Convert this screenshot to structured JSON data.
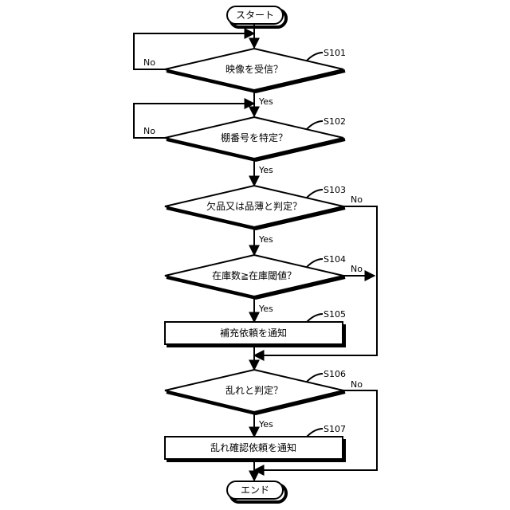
{
  "start": "スタート",
  "end": "エンド",
  "yes": "Yes",
  "no": "No",
  "steps": {
    "s101": {
      "id": "S101",
      "text": "映像を受信？"
    },
    "s102": {
      "id": "S102",
      "text": "棚番号を特定？"
    },
    "s103": {
      "id": "S103",
      "text": "欠品又は品薄と判定？"
    },
    "s104": {
      "id": "S104",
      "text": "在庫数≧在庫閾値？"
    },
    "s105": {
      "id": "S105",
      "text": "補充依頼を通知"
    },
    "s106": {
      "id": "S106",
      "text": "乱れと判定？"
    },
    "s107": {
      "id": "S107",
      "text": "乱れ確認依頼を通知"
    }
  }
}
